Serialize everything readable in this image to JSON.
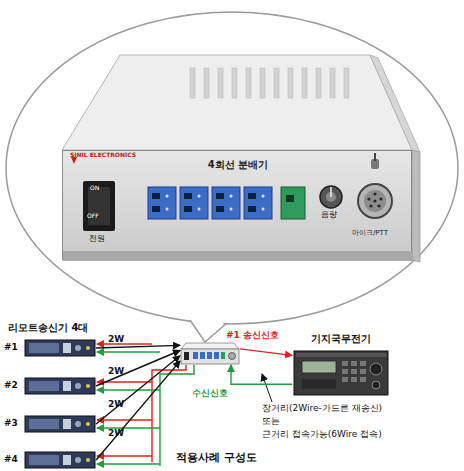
{
  "diagram": {
    "caption": "적용사례 구성도",
    "nodes": [
      {
        "text": [
          "4회선 분배기"
        ]
      },
      {
        "text": [
          "#1"
        ]
      },
      {
        "text": [
          "#2"
        ]
      },
      {
        "text": [
          "#3"
        ]
      },
      {
        "text": [
          "#4"
        ]
      },
      {
        "text": []
      },
      {
        "text": [
          "기지국무전기"
        ]
      }
    ],
    "edges": [
      {
        "from": 1,
        "to": 5,
        "label": "2W",
        "arrow": "to"
      },
      {
        "from": 2,
        "to": 5,
        "label": "2W",
        "arrow": "to"
      },
      {
        "from": 3,
        "to": 5,
        "label": "2W",
        "arrow": "to"
      },
      {
        "from": 4,
        "to": 5,
        "label": "2W",
        "arrow": "to"
      },
      {
        "from": 5,
        "to": 6,
        "label": "#1 송신신호",
        "arrow": "to"
      },
      {
        "from": 6,
        "to": 5,
        "label": "수신신호",
        "arrow": "to"
      }
    ],
    "labels": [
      "SINIL ELECTRONICS",
      "ON",
      "OFF",
      "전원",
      "음량",
      "마이크/PTT",
      "리모트송신기 4대",
      "장거리(2Wire-가드른 재송신)",
      "또는",
      "근거리 접속가능(6Wire 접속)"
    ]
  }
}
